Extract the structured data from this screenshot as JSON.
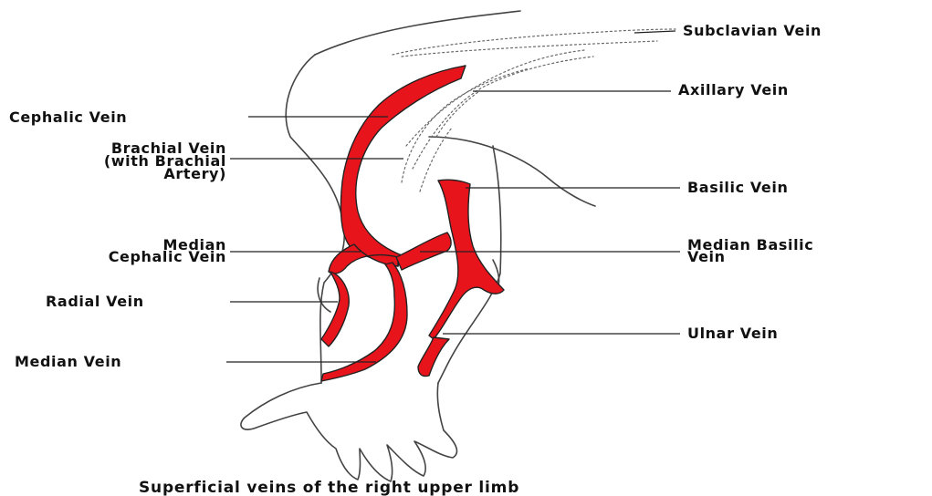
{
  "diagram": {
    "caption": "Superficial veins of the right upper limb",
    "vein_color": "#e8141c",
    "labels": {
      "subclavian_vein": "Subclavian Vein",
      "axillary_vein": "Axillary Vein",
      "cephalic_vein": "Cephalic Vein",
      "brachial_vein_line1": "Brachial Vein",
      "brachial_vein_line2": "(with Brachial",
      "brachial_vein_line3": "Artery)",
      "basilic_vein": "Basilic Vein",
      "median_cephalic_line1": "Median",
      "median_cephalic_line2": "Cephalic Vein",
      "median_basilic_line1": "Median Basilic",
      "median_basilic_line2": "Vein",
      "radial_vein": "Radial Vein",
      "ulnar_vein": "Ulnar Vein",
      "median_vein": "Median Vein"
    }
  }
}
